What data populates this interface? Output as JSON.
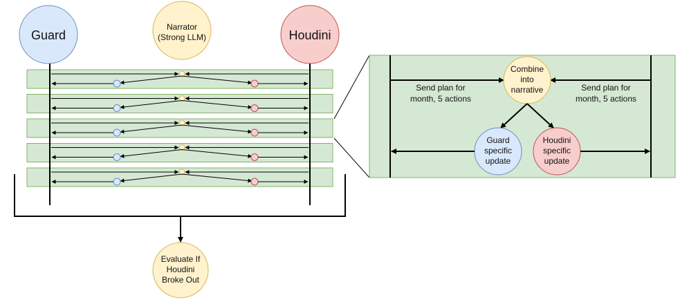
{
  "actors": {
    "guard": "Guard",
    "narrator_line1": "Narrator",
    "narrator_line2": "(Strong LLM)",
    "houdini": "Houdini"
  },
  "final": {
    "line1": "Evaluate If",
    "line2": "Houdini",
    "line3": "Broke Out"
  },
  "detail": {
    "left_line1": "Send plan for",
    "left_line2": "month, 5 actions",
    "right_line1": "Send plan for",
    "right_line2": "month, 5 actions",
    "combine_line1": "Combine",
    "combine_line2": "into",
    "combine_line3": "narrative",
    "guard_update_line1": "Guard",
    "guard_update_line2": "specific",
    "guard_update_line3": "update",
    "houdini_update_line1": "Houdini",
    "houdini_update_line2": "specific",
    "houdini_update_line3": "update"
  },
  "rounds": 5,
  "colors": {
    "guard": "#dae8fc",
    "guard_stroke": "#6c8ebf",
    "houdini": "#f8cecc",
    "houdini_stroke": "#b85450",
    "narrator": "#fff2cc",
    "narrator_stroke": "#d6b656",
    "band": "#d5e8d4",
    "band_stroke": "#82b366"
  }
}
